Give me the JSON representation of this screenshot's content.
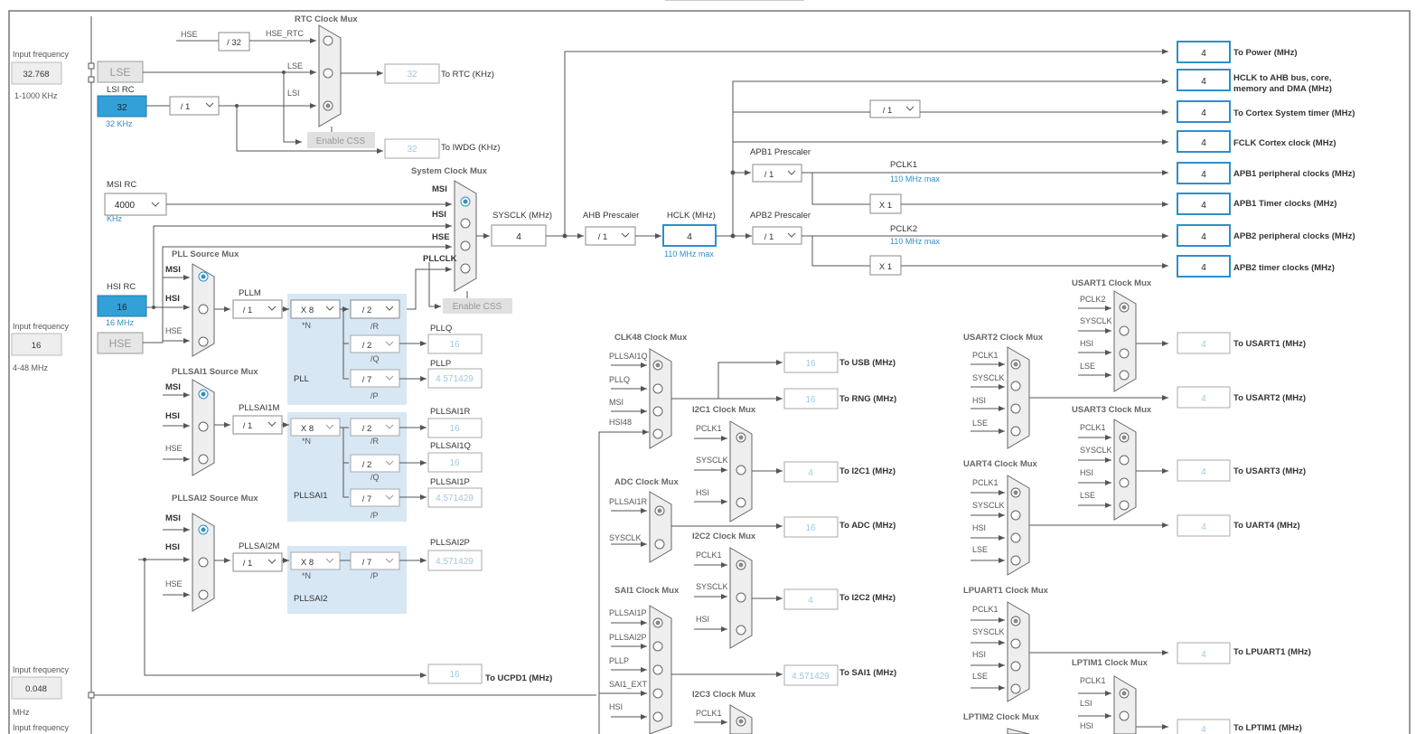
{
  "left_panel": {
    "lse_input": {
      "label": "Input frequency",
      "value": "32.768",
      "range": "1-1000 KHz"
    },
    "hse_input": {
      "label": "Input frequency",
      "value": "16",
      "range": "4-48 MHz"
    },
    "ext_input": {
      "label": "Input frequency",
      "value": "0.048",
      "range": "MHz"
    },
    "bottom_input": {
      "label": "Input frequency"
    }
  },
  "sources": {
    "lse": "LSE",
    "lsi_rc": {
      "title": "LSI RC",
      "value": "32",
      "unit": "32 KHz"
    },
    "msi_rc": {
      "title": "MSI RC",
      "value": "4000",
      "unit": "KHz"
    },
    "hsi_rc": {
      "title": "HSI RC",
      "value": "16",
      "unit": "16 MHz"
    },
    "hse": "HSE"
  },
  "rtc": {
    "mux_title": "RTC Clock Mux",
    "hse_label": "HSE",
    "hse_div": "/ 32",
    "hse_rtc": "HSE_RTC",
    "lse_label": "LSE",
    "lsi_label": "LSI",
    "lsi_div": "/ 1",
    "enable_css": "Enable CSS",
    "rtc_value": "32",
    "rtc_label": "To RTC (KHz)",
    "iwdg_value": "32",
    "iwdg_label": "To IWDG (KHz)"
  },
  "sysclk_mux": {
    "title": "System Clock Mux",
    "msi": "MSI",
    "hsi": "HSI",
    "hse": "HSE",
    "pllclk": "PLLCLK",
    "sysclk_label": "SYSCLK (MHz)",
    "sysclk_value": "4",
    "enable_css": "Enable CSS"
  },
  "ahb": {
    "prescaler_label": "AHB Prescaler",
    "prescaler_value": "/ 1",
    "hclk_label": "HCLK (MHz)",
    "hclk_value": "4",
    "hclk_max": "110 MHz max",
    "cortex_div": "/ 1"
  },
  "apb1": {
    "prescaler_label": "APB1 Prescaler",
    "prescaler_value": "/ 1",
    "pclk": "PCLK1",
    "max": "110 MHz max",
    "timer_mult": "X 1"
  },
  "apb2": {
    "prescaler_label": "APB2 Prescaler",
    "prescaler_value": "/ 1",
    "pclk": "PCLK2",
    "max": "110 MHz max",
    "timer_mult": "X 1"
  },
  "outputs": [
    {
      "value": "4",
      "label": "To Power (MHz)"
    },
    {
      "value": "4",
      "label": "HCLK to AHB bus, core,",
      "label2": "memory and DMA (MHz)"
    },
    {
      "value": "4",
      "label": "To Cortex System timer (MHz)"
    },
    {
      "value": "4",
      "label": "FCLK Cortex clock (MHz)"
    },
    {
      "value": "4",
      "label": "APB1 peripheral clocks (MHz)"
    },
    {
      "value": "4",
      "label": "APB1 Timer clocks (MHz)"
    },
    {
      "value": "4",
      "label": "APB2 peripheral clocks (MHz)"
    },
    {
      "value": "4",
      "label": "APB2 timer clocks (MHz)"
    }
  ],
  "pll_source": {
    "title": "PLL Source Mux",
    "msi": "MSI",
    "hsi": "HSI",
    "hse": "HSE"
  },
  "pll": {
    "m_label": "PLLM",
    "m_value": "/ 1",
    "n_value": "X 8",
    "n_label": "*N",
    "r_value": "/ 2",
    "r_label": "/R",
    "q_value": "/ 2",
    "q_label": "/Q",
    "p_value": "/ 7",
    "p_label": "/P",
    "name": "PLL",
    "pllq_label": "PLLQ",
    "pllq_value": "16",
    "pllp_label": "PLLP",
    "pllp_value": "4.571429"
  },
  "pllsai1_source": {
    "title": "PLLSAI1 Source Mux",
    "msi": "MSI",
    "hsi": "HSI",
    "hse": "HSE"
  },
  "pllsai1": {
    "m_label": "PLLSAI1M",
    "m_value": "/ 1",
    "n_value": "X 8",
    "n_label": "*N",
    "r_value": "/ 2",
    "r_label": "/R",
    "q_value": "/ 2",
    "q_label": "/Q",
    "p_value": "/ 7",
    "p_label": "/P",
    "name": "PLLSAI1",
    "r_out_label": "PLLSAI1R",
    "r_out_value": "16",
    "q_out_label": "PLLSAI1Q",
    "q_out_value": "16",
    "p_out_label": "PLLSAI1P",
    "p_out_value": "4.571429"
  },
  "pllsai2_source": {
    "title": "PLLSAI2 Source Mux",
    "msi": "MSI",
    "hsi": "HSI",
    "hse": "HSE"
  },
  "pllsai2": {
    "m_label": "PLLSAI2M",
    "m_value": "/ 1",
    "n_value": "X 8",
    "n_label": "*N",
    "p_value": "/ 7",
    "p_label": "/P",
    "name": "PLLSAI2",
    "p_out_label": "PLLSAI2P",
    "p_out_value": "4.571429"
  },
  "ucpd": {
    "value": "16",
    "label": "To UCPD1 (MHz)"
  },
  "clk48": {
    "title": "CLK48 Clock Mux",
    "inputs": [
      "PLLSAI1Q",
      "PLLQ",
      "MSI",
      "HSI48"
    ],
    "usb_value": "16",
    "usb_label": "To USB (MHz)",
    "rng_value": "16",
    "rng_label": "To RNG (MHz)"
  },
  "i2c1": {
    "title": "I2C1 Clock Mux",
    "inputs": [
      "PCLK1",
      "SYSCLK",
      "HSI"
    ],
    "value": "4",
    "label": "To I2C1 (MHz)"
  },
  "adc": {
    "title": "ADC Clock Mux",
    "inputs": [
      "PLLSAI1R",
      "SYSCLK"
    ],
    "value": "16",
    "label": "To ADC (MHz)"
  },
  "i2c2": {
    "title": "I2C2 Clock Mux",
    "inputs": [
      "PCLK1",
      "SYSCLK",
      "HSI"
    ],
    "value": "4",
    "label": "To I2C2 (MHz)"
  },
  "sai1": {
    "title": "SAI1 Clock Mux",
    "inputs": [
      "PLLSAI1P",
      "PLLSAI2P",
      "PLLP",
      "SAI1_EXT",
      "HSI"
    ],
    "value": "4.571429",
    "label": "To SAI1 (MHz)"
  },
  "i2c3": {
    "title": "I2C3 Clock Mux",
    "inputs": [
      "PCLK1"
    ]
  },
  "usart1": {
    "title": "USART1 Clock Mux",
    "inputs": [
      "PCLK2",
      "SYSCLK",
      "HSI",
      "LSE"
    ],
    "value": "4",
    "label": "To USART1 (MHz)"
  },
  "usart2": {
    "title": "USART2 Clock Mux",
    "inputs": [
      "PCLK1",
      "SYSCLK",
      "HSI",
      "LSE"
    ],
    "value": "4",
    "label": "To USART2 (MHz)"
  },
  "usart3": {
    "title": "USART3 Clock Mux",
    "inputs": [
      "PCLK1",
      "SYSCLK",
      "HSI",
      "LSE"
    ],
    "value": "4",
    "label": "To USART3 (MHz)"
  },
  "uart4": {
    "title": "UART4 Clock Mux",
    "inputs": [
      "PCLK1",
      "SYSCLK",
      "HSI",
      "LSE"
    ],
    "value": "4",
    "label": "To UART4 (MHz)"
  },
  "lpuart1": {
    "title": "LPUART1 Clock Mux",
    "inputs": [
      "PCLK1",
      "SYSCLK",
      "HSI",
      "LSE"
    ],
    "value": "4",
    "label": "To LPUART1 (MHz)"
  },
  "lptim1": {
    "title": "LPTIM1 Clock Mux",
    "inputs": [
      "PCLK1",
      "LSI",
      "HSI"
    ],
    "value": "4",
    "label": "To LPTIM1 (MHz)"
  },
  "lptim2": {
    "title": "LPTIM2 Clock Mux"
  },
  "colors": {
    "accent": "#2e8fc9",
    "selected_fill": "#33a0d8",
    "pll_bg": "#d8e7f4",
    "line": "#555555"
  }
}
